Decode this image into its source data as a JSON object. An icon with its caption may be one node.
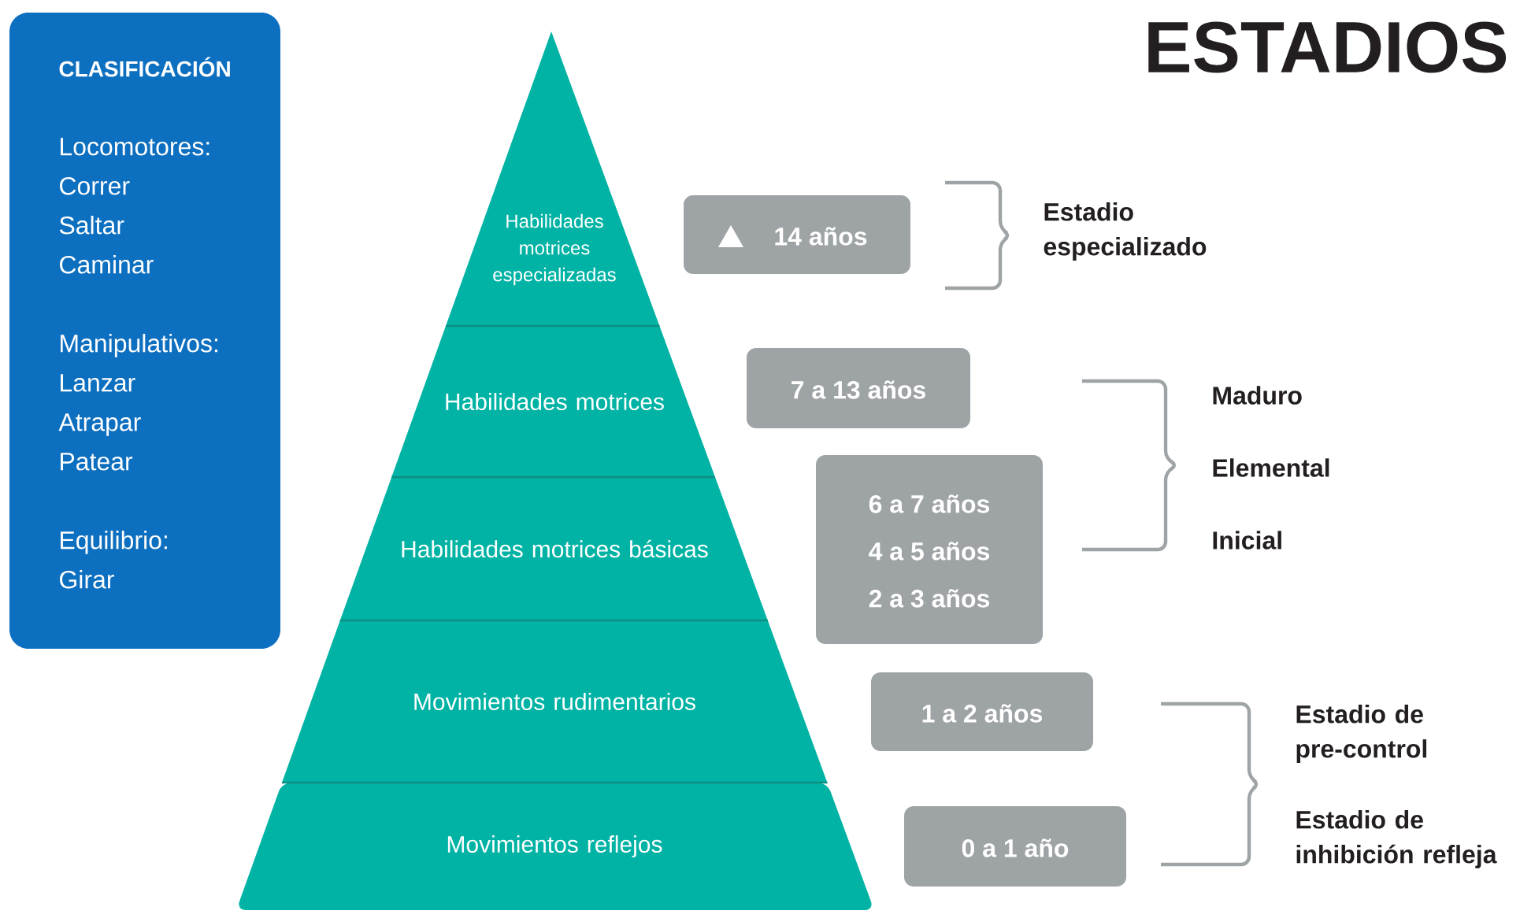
{
  "diagram": {
    "title": "ESTADIOS",
    "nodes": [
      {
        "text": [
          "CLASIFICACIÓN",
          "Locomotores:",
          "Correr",
          "Saltar",
          "Caminar",
          "Manipulativos:",
          "Lanzar",
          "Atrapar",
          "Patear",
          "Equilibrio:",
          "Girar"
        ]
      },
      {
        "text": [
          "Habilidades motrices especializadas"
        ]
      },
      {
        "text": [
          "Habilidades motrices"
        ]
      },
      {
        "text": [
          "Habilidades motrices básicas"
        ]
      },
      {
        "text": [
          "Movimientos rudimentarios"
        ]
      },
      {
        "text": [
          "Movimientos reflejos"
        ]
      },
      {
        "text": [
          "14 años"
        ]
      },
      {
        "text": [
          "7 a 13 años"
        ]
      },
      {
        "text": [
          "6 a 7 años",
          "4 a 5 años",
          "2 a 3 años"
        ]
      },
      {
        "text": [
          "1 a 2 años"
        ]
      },
      {
        "text": [
          "0 a 1 año"
        ]
      }
    ],
    "labels": [
      "Estadio especializado",
      "Maduro",
      "Elemental",
      "Inicial",
      "Estadio de pre-control",
      "Estadio de inhibición refleja"
    ]
  }
}
